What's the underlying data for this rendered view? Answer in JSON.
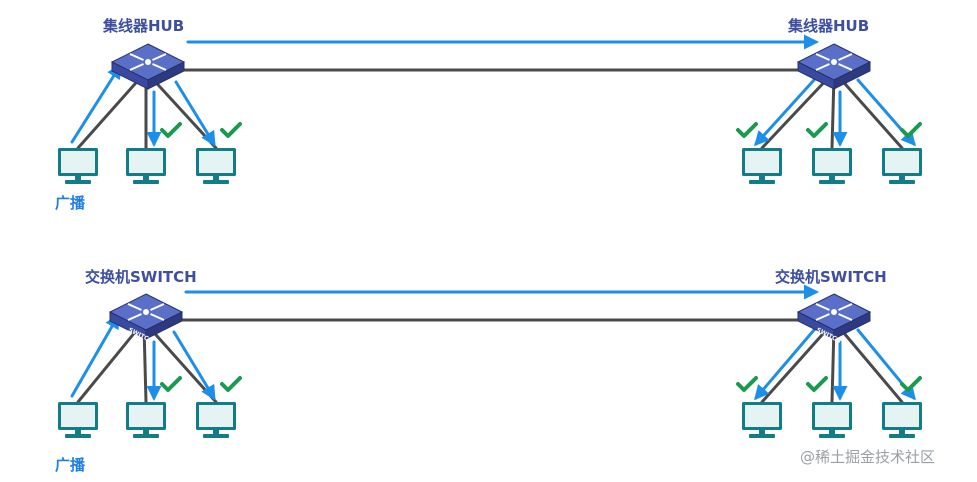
{
  "colors": {
    "arrow": "#1e8fe8",
    "cable": "#4a4a4a",
    "check": "#1a9a4e",
    "device_top": "#5a6fc8",
    "device_side": "#2e3a80",
    "device_front": "#3a4aa0",
    "monitor_bezel": "#137d87",
    "monitor_screen": "#e6f3f3",
    "label": "#3d4f9e",
    "broadcast": "#1f7fe6"
  },
  "icons": [
    "network-device-icon",
    "computer-monitor-icon",
    "arrow-icon",
    "checkmark-icon"
  ],
  "hub_row": {
    "left_device": {
      "label": "集线器HUB",
      "icon": "hub-icon"
    },
    "right_device": {
      "label": "集线器HUB",
      "icon": "hub-icon"
    },
    "broadcast_label": "广播"
  },
  "switch_row": {
    "left_device": {
      "label": "交换机SWITCH",
      "icon": "switch-icon",
      "front_text": "SWITCH"
    },
    "right_device": {
      "label": "交换机SWITCH",
      "icon": "switch-icon",
      "front_text": "SWITCH"
    },
    "broadcast_label": "广播"
  },
  "watermark": "@稀土掘金技术社区"
}
